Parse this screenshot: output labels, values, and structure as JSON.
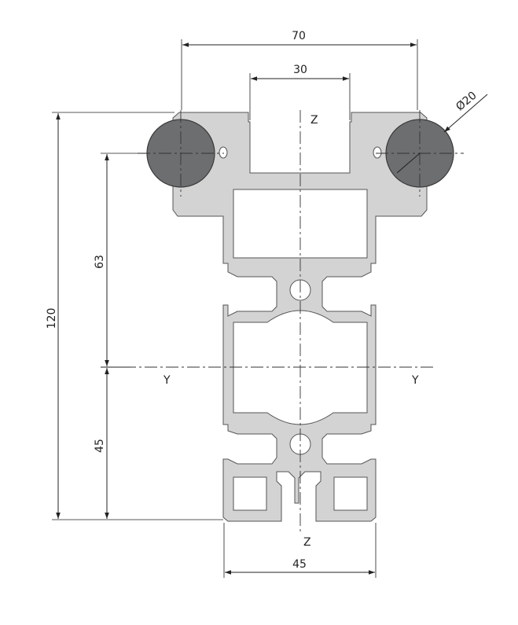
{
  "dimensions": {
    "width_top": "70",
    "slot_width": "30",
    "rod_diameter": "Ø20",
    "height_total": "120",
    "height_upper": "63",
    "height_lower": "45",
    "width_bottom": "45"
  },
  "axes": {
    "z_top": "Z",
    "z_bottom": "Z",
    "y_left": "Y",
    "y_right": "Y"
  },
  "colors": {
    "profile_fill": "#d3d3d3",
    "rod_fill": "#6d6e70"
  }
}
